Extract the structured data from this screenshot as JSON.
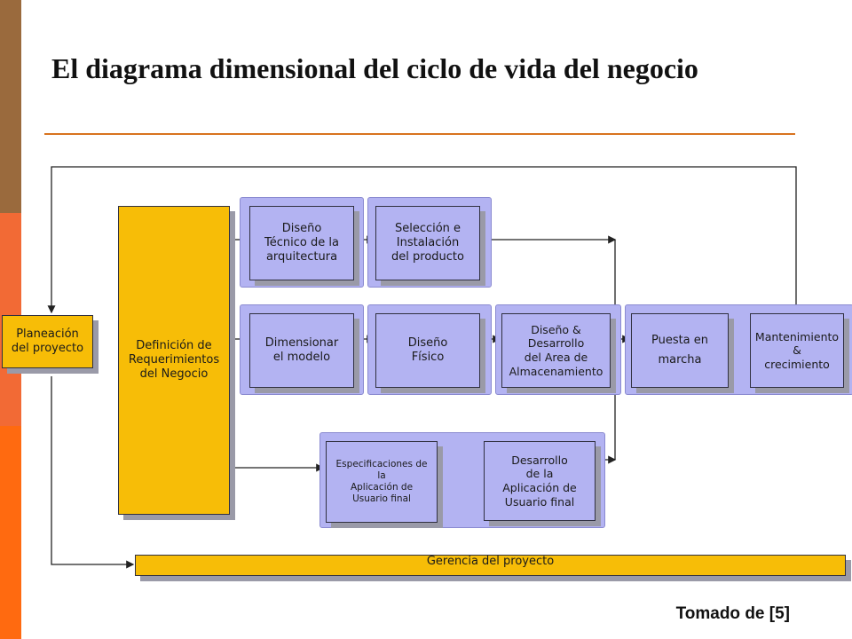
{
  "slide": {
    "title": "El diagrama dimensional del ciclo de vida del negocio",
    "credit": "Tomado de [5]"
  },
  "colors": {
    "stripe_top": "#9a6a3d",
    "stripe_mid": "#f26a35",
    "stripe_bottom": "#ff6a10",
    "title_rule": "#d8731f",
    "box_fill": "#b3b3f2",
    "group_fill": "#b3b3f2",
    "highlight_fill": "#f7bd07"
  },
  "diagram": {
    "planeacion": [
      "Planeación",
      "del proyecto"
    ],
    "definicion": [
      "Definición de",
      "Requerimientos",
      "del Negocio"
    ],
    "diseno_tecnico": [
      "Diseño",
      "Técnico de la",
      "arquitectura"
    ],
    "seleccion": [
      "Selección  e",
      "Instalación",
      "del producto"
    ],
    "dimensionar": [
      "Dimensionar",
      "el modelo"
    ],
    "diseno_fisico": [
      "Diseño",
      "Físico"
    ],
    "diseno_desarrollo": [
      "Diseño  &",
      "Desarrollo",
      "del Area de",
      "Almacenamiento"
    ],
    "puesta": [
      "Puesta en",
      "marcha"
    ],
    "mantenimiento": [
      "Mantenimiento",
      "&",
      "crecimiento"
    ],
    "especificaciones": [
      "Especificaciones  de",
      "la",
      "Aplicación  de",
      "Usuario final"
    ],
    "desarrollo_app": [
      "Desarrollo",
      "de la",
      "Aplicación de",
      "Usuario final"
    ],
    "gerencia": "Gerencia del proyecto"
  }
}
